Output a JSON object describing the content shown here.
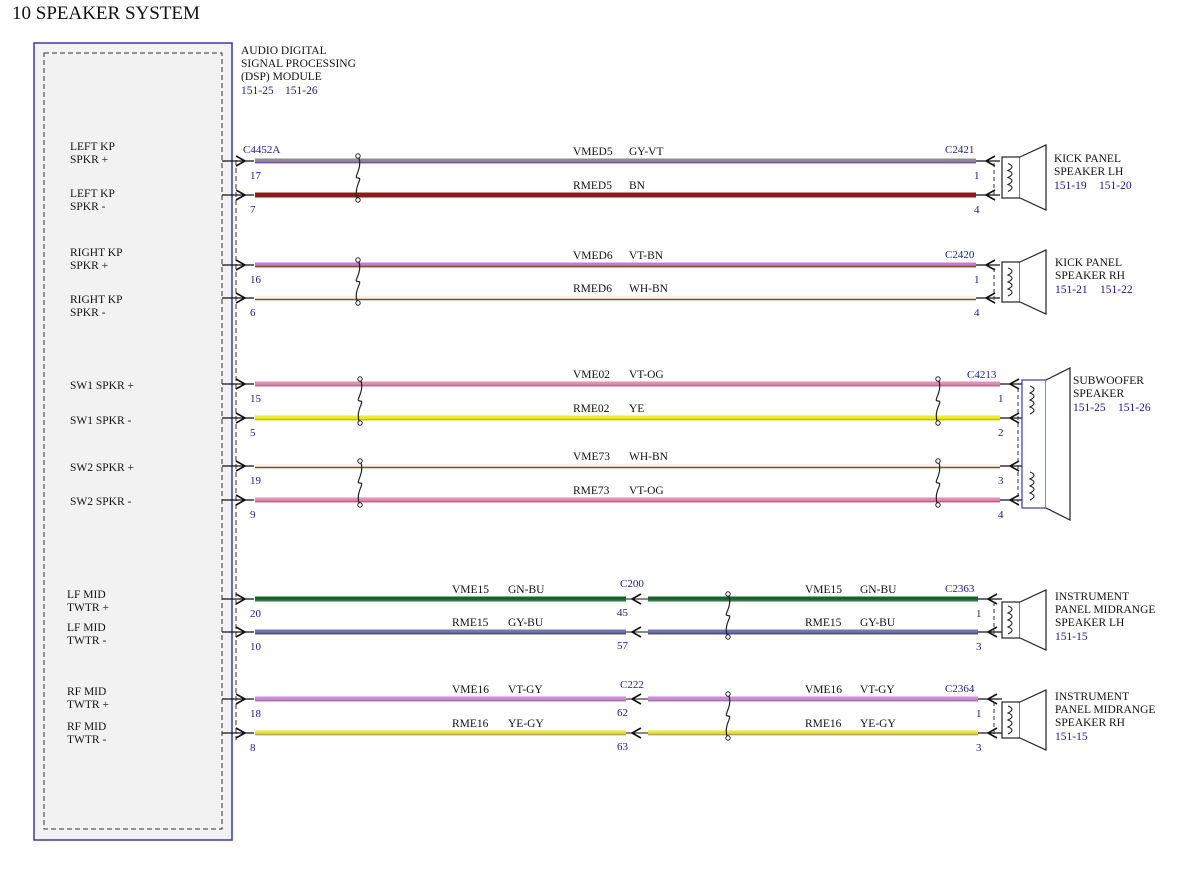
{
  "title": "10 SPEAKER SYSTEM",
  "dsp": {
    "name_lines": [
      "AUDIO DIGITAL",
      "SIGNAL PROCESSING",
      "(DSP) MODULE"
    ],
    "refs": [
      "151-25",
      "151-26"
    ],
    "connector": "C4452A"
  },
  "pins": [
    {
      "lines": [
        "LEFT KP",
        "SPKR +"
      ]
    },
    {
      "lines": [
        "LEFT KP",
        "SPKR -"
      ]
    },
    {
      "lines": [
        "RIGHT KP",
        "SPKR +"
      ]
    },
    {
      "lines": [
        "RIGHT KP",
        "SPKR -"
      ]
    },
    {
      "lines": [
        "SW1 SPKR +"
      ]
    },
    {
      "lines": [
        "SW1 SPKR -"
      ]
    },
    {
      "lines": [
        "SW2 SPKR +"
      ]
    },
    {
      "lines": [
        "SW2 SPKR -"
      ]
    },
    {
      "lines": [
        "LF MID",
        "TWTR +"
      ]
    },
    {
      "lines": [
        "LF MID",
        "TWTR -"
      ]
    },
    {
      "lines": [
        "RF MID",
        "TWTR +"
      ]
    },
    {
      "lines": [
        "RF MID",
        "TWTR -"
      ]
    }
  ],
  "wires": [
    {
      "circuit": "VMED5",
      "color_code": "GY-VT",
      "colors": [
        "#8c8c8c",
        "#8a4f9e"
      ],
      "dsp_pin": "17",
      "far_pin": "1"
    },
    {
      "circuit": "RMED5",
      "color_code": "BN",
      "colors": [
        "#8b1c1c",
        "#8b1c1c"
      ],
      "dsp_pin": "7",
      "far_pin": "4"
    },
    {
      "circuit": "VMED6",
      "color_code": "VT-BN",
      "colors": [
        "#c47ad0",
        "#8b4a2b"
      ],
      "dsp_pin": "16",
      "far_pin": "1"
    },
    {
      "circuit": "RMED6",
      "color_code": "WH-BN",
      "colors": [
        "#f4f4f4",
        "#8b4a2b"
      ],
      "dsp_pin": "6",
      "far_pin": "4"
    },
    {
      "circuit": "VME02",
      "color_code": "VT-OG",
      "colors": [
        "#e28fb5",
        "#c06080"
      ],
      "dsp_pin": "15",
      "far_pin": "1"
    },
    {
      "circuit": "RME02",
      "color_code": "YE",
      "colors": [
        "#eeee22",
        "#bfbf10"
      ],
      "dsp_pin": "5",
      "far_pin": "2"
    },
    {
      "circuit": "VME73",
      "color_code": "WH-BN",
      "colors": [
        "#f4f4f4",
        "#8b4a2b"
      ],
      "dsp_pin": "19",
      "far_pin": "3"
    },
    {
      "circuit": "RME73",
      "color_code": "VT-OG",
      "colors": [
        "#e28fb5",
        "#c06080"
      ],
      "dsp_pin": "9",
      "far_pin": "4"
    },
    {
      "circuit": "VME15",
      "color_code": "GN-BU",
      "colors": [
        "#1e5e2e",
        "#2e7d4e"
      ],
      "dsp_pin": "20",
      "mid_pin": "45",
      "far_pin": "1"
    },
    {
      "circuit": "RME15",
      "color_code": "GY-BU",
      "colors": [
        "#7575a8",
        "#4a4a8c"
      ],
      "dsp_pin": "10",
      "mid_pin": "57",
      "far_pin": "3"
    },
    {
      "circuit": "VME16",
      "color_code": "VT-GY",
      "colors": [
        "#d08ad8",
        "#9a7aa8"
      ],
      "dsp_pin": "18",
      "mid_pin": "62",
      "far_pin": "1"
    },
    {
      "circuit": "RME16",
      "color_code": "YE-GY",
      "colors": [
        "#e8e430",
        "#a8a860"
      ],
      "dsp_pin": "8",
      "mid_pin": "63",
      "far_pin": "3"
    }
  ],
  "connectors": {
    "lh_kick": "C2421",
    "rh_kick": "C2420",
    "sub": "C4213",
    "lf_inline": "C200",
    "lf_far": "C2363",
    "rf_inline": "C222",
    "rf_far": "C2364"
  },
  "speakers": [
    {
      "lines": [
        "KICK PANEL",
        "SPEAKER LH"
      ],
      "refs": [
        "151-19",
        "151-20"
      ]
    },
    {
      "lines": [
        "KICK PANEL",
        "SPEAKER RH"
      ],
      "refs": [
        "151-21",
        "151-22"
      ]
    },
    {
      "lines": [
        "SUBWOOFER",
        "SPEAKER"
      ],
      "refs": [
        "151-25",
        "151-26"
      ]
    },
    {
      "lines": [
        "INSTRUMENT",
        "PANEL MIDRANGE",
        "SPEAKER LH"
      ],
      "refs": [
        "151-15"
      ]
    },
    {
      "lines": [
        "INSTRUMENT",
        "PANEL MIDRANGE",
        "SPEAKER RH"
      ],
      "refs": [
        "151-15"
      ]
    }
  ]
}
